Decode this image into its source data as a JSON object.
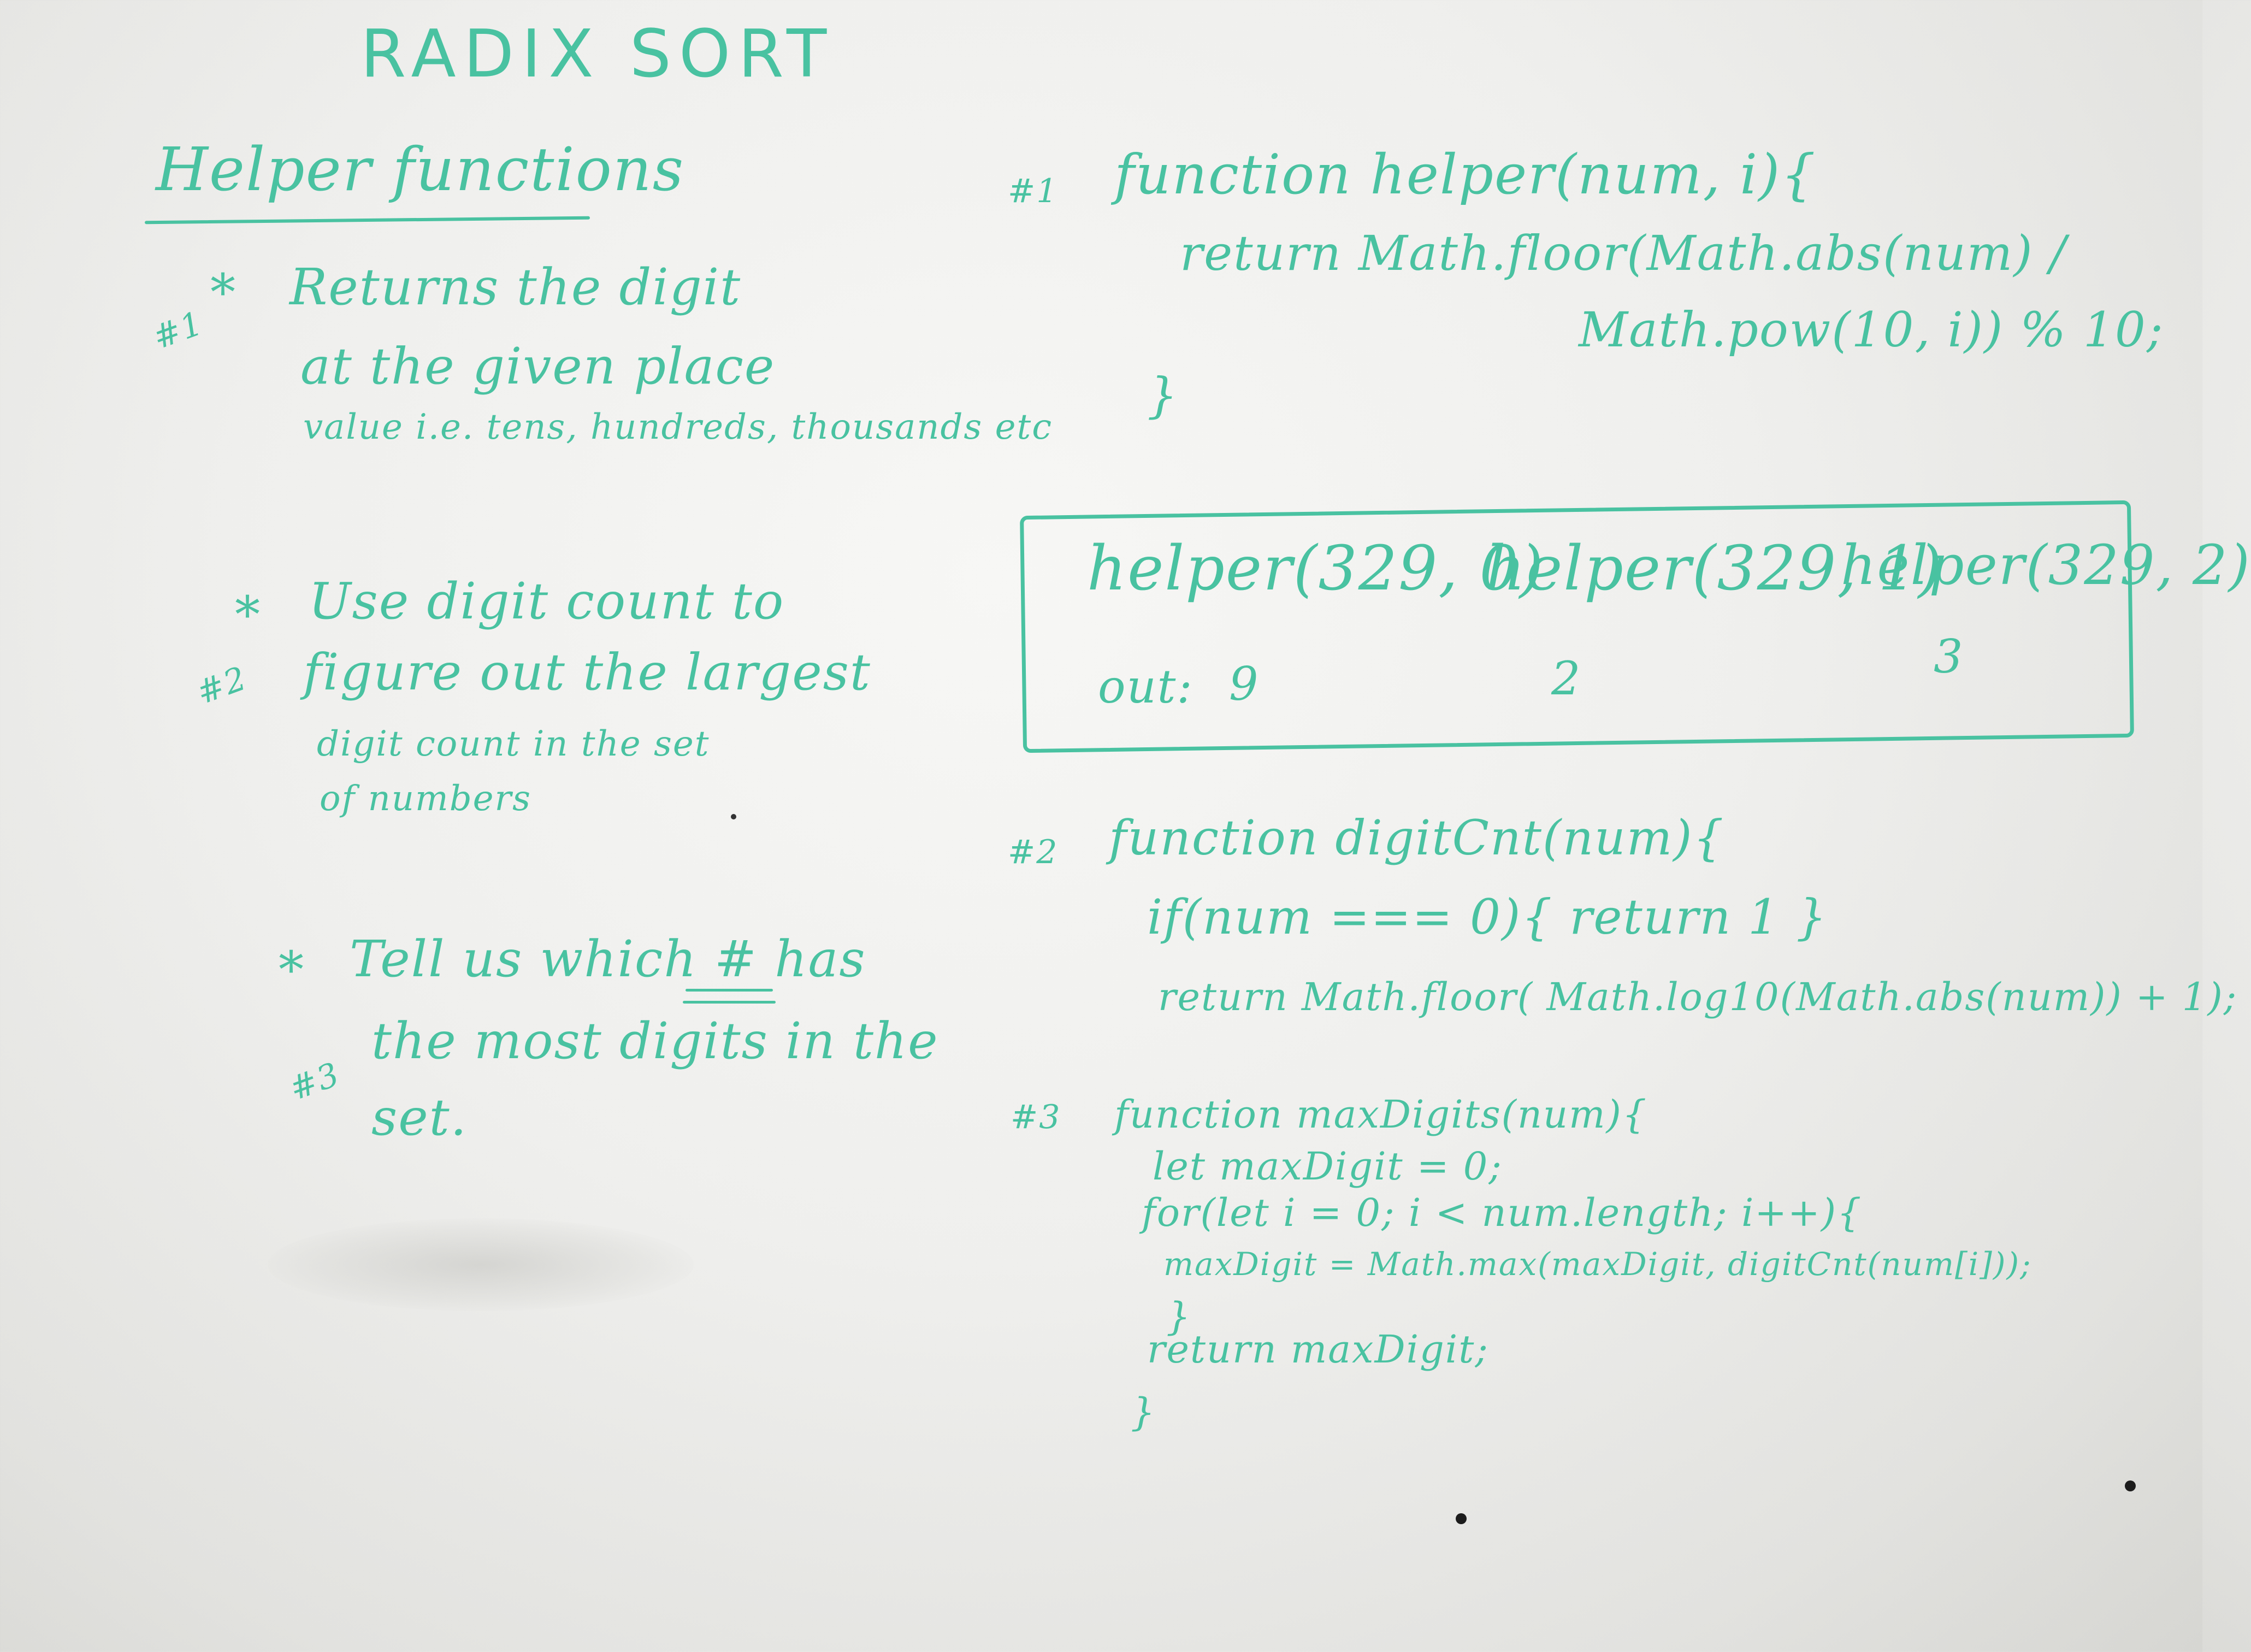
{
  "title": "RADIX SORT",
  "left": {
    "heading": "Helper functions",
    "note1": {
      "marker": "#1",
      "bullet": "*",
      "line1": "Returns the digit",
      "line2": "at the given place",
      "line3": "value i.e. tens, hundreds, thousands etc"
    },
    "note2": {
      "marker": "#2",
      "bullet": "*",
      "line1": "Use digit count to",
      "line2": "figure out the largest",
      "line3": "digit count in the set",
      "line4": "of numbers"
    },
    "note3": {
      "marker": "#3",
      "bullet": "*",
      "line1": "Tell us which # has",
      "line2": "the most digits in the",
      "line3": "set."
    }
  },
  "right": {
    "fn1": {
      "marker": "#1",
      "line1": "function helper(num, i){",
      "line2": "return Math.floor(Math.abs(num) /",
      "line3": "Math.pow(10, i)) % 10;",
      "line4": "}"
    },
    "example": {
      "call1": "helper(329, 0)",
      "call2": "helper(329, 1)",
      "call3": "helper(329, 2)",
      "out_label": "out:",
      "out1": "9",
      "out2": "2",
      "out3": "3"
    },
    "fn2": {
      "marker": "#2",
      "line1": "function digitCnt(num){",
      "line2": "if(num === 0){ return 1 }",
      "line3": "return Math.floor( Math.log10(Math.abs(num)) + 1);"
    },
    "fn3": {
      "marker": "#3",
      "line1": "function maxDigits(num){",
      "line2": "let maxDigit = 0;",
      "line3": "for(let i = 0; i < num.length; i++){",
      "line4": "maxDigit = Math.max(maxDigit, digitCnt(num[i]));",
      "line5": "}",
      "line6": "return maxDigit;",
      "line7": "}"
    }
  }
}
